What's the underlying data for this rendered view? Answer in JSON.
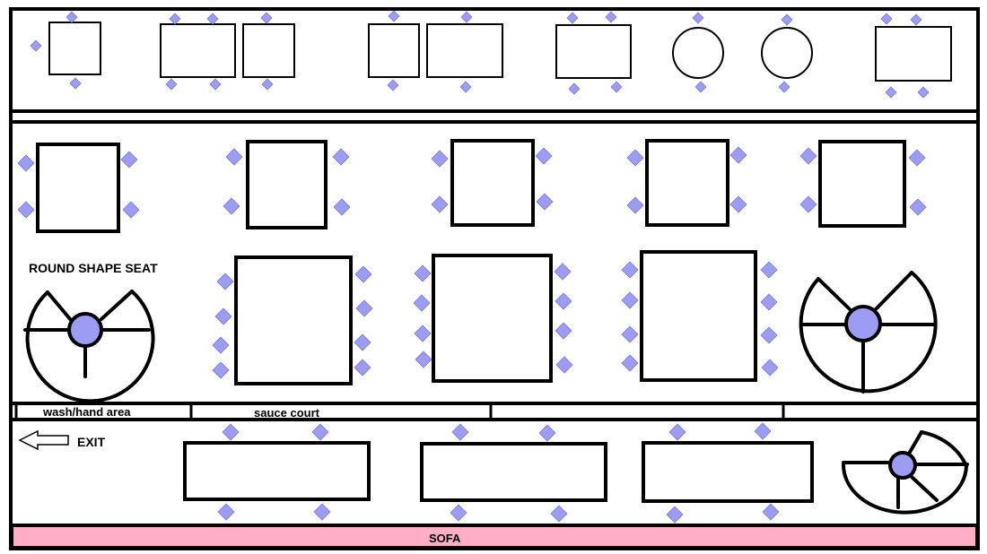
{
  "labels": {
    "round_shape_seat": "ROUND SHAPE SEAT",
    "wash_hand_area": "wash/hand area",
    "sauce_court": "sauce court",
    "exit": "EXIT",
    "sofa": "SOFA"
  },
  "colors": {
    "chair": "#9c9cf2",
    "sofa": "#ffaec8",
    "line": "#000000",
    "background": "#ffffff"
  },
  "icons": {
    "chair": "diamond-chair-icon",
    "round_seat": "round-seat-icon",
    "exit_arrow": "arrow-left-icon"
  }
}
